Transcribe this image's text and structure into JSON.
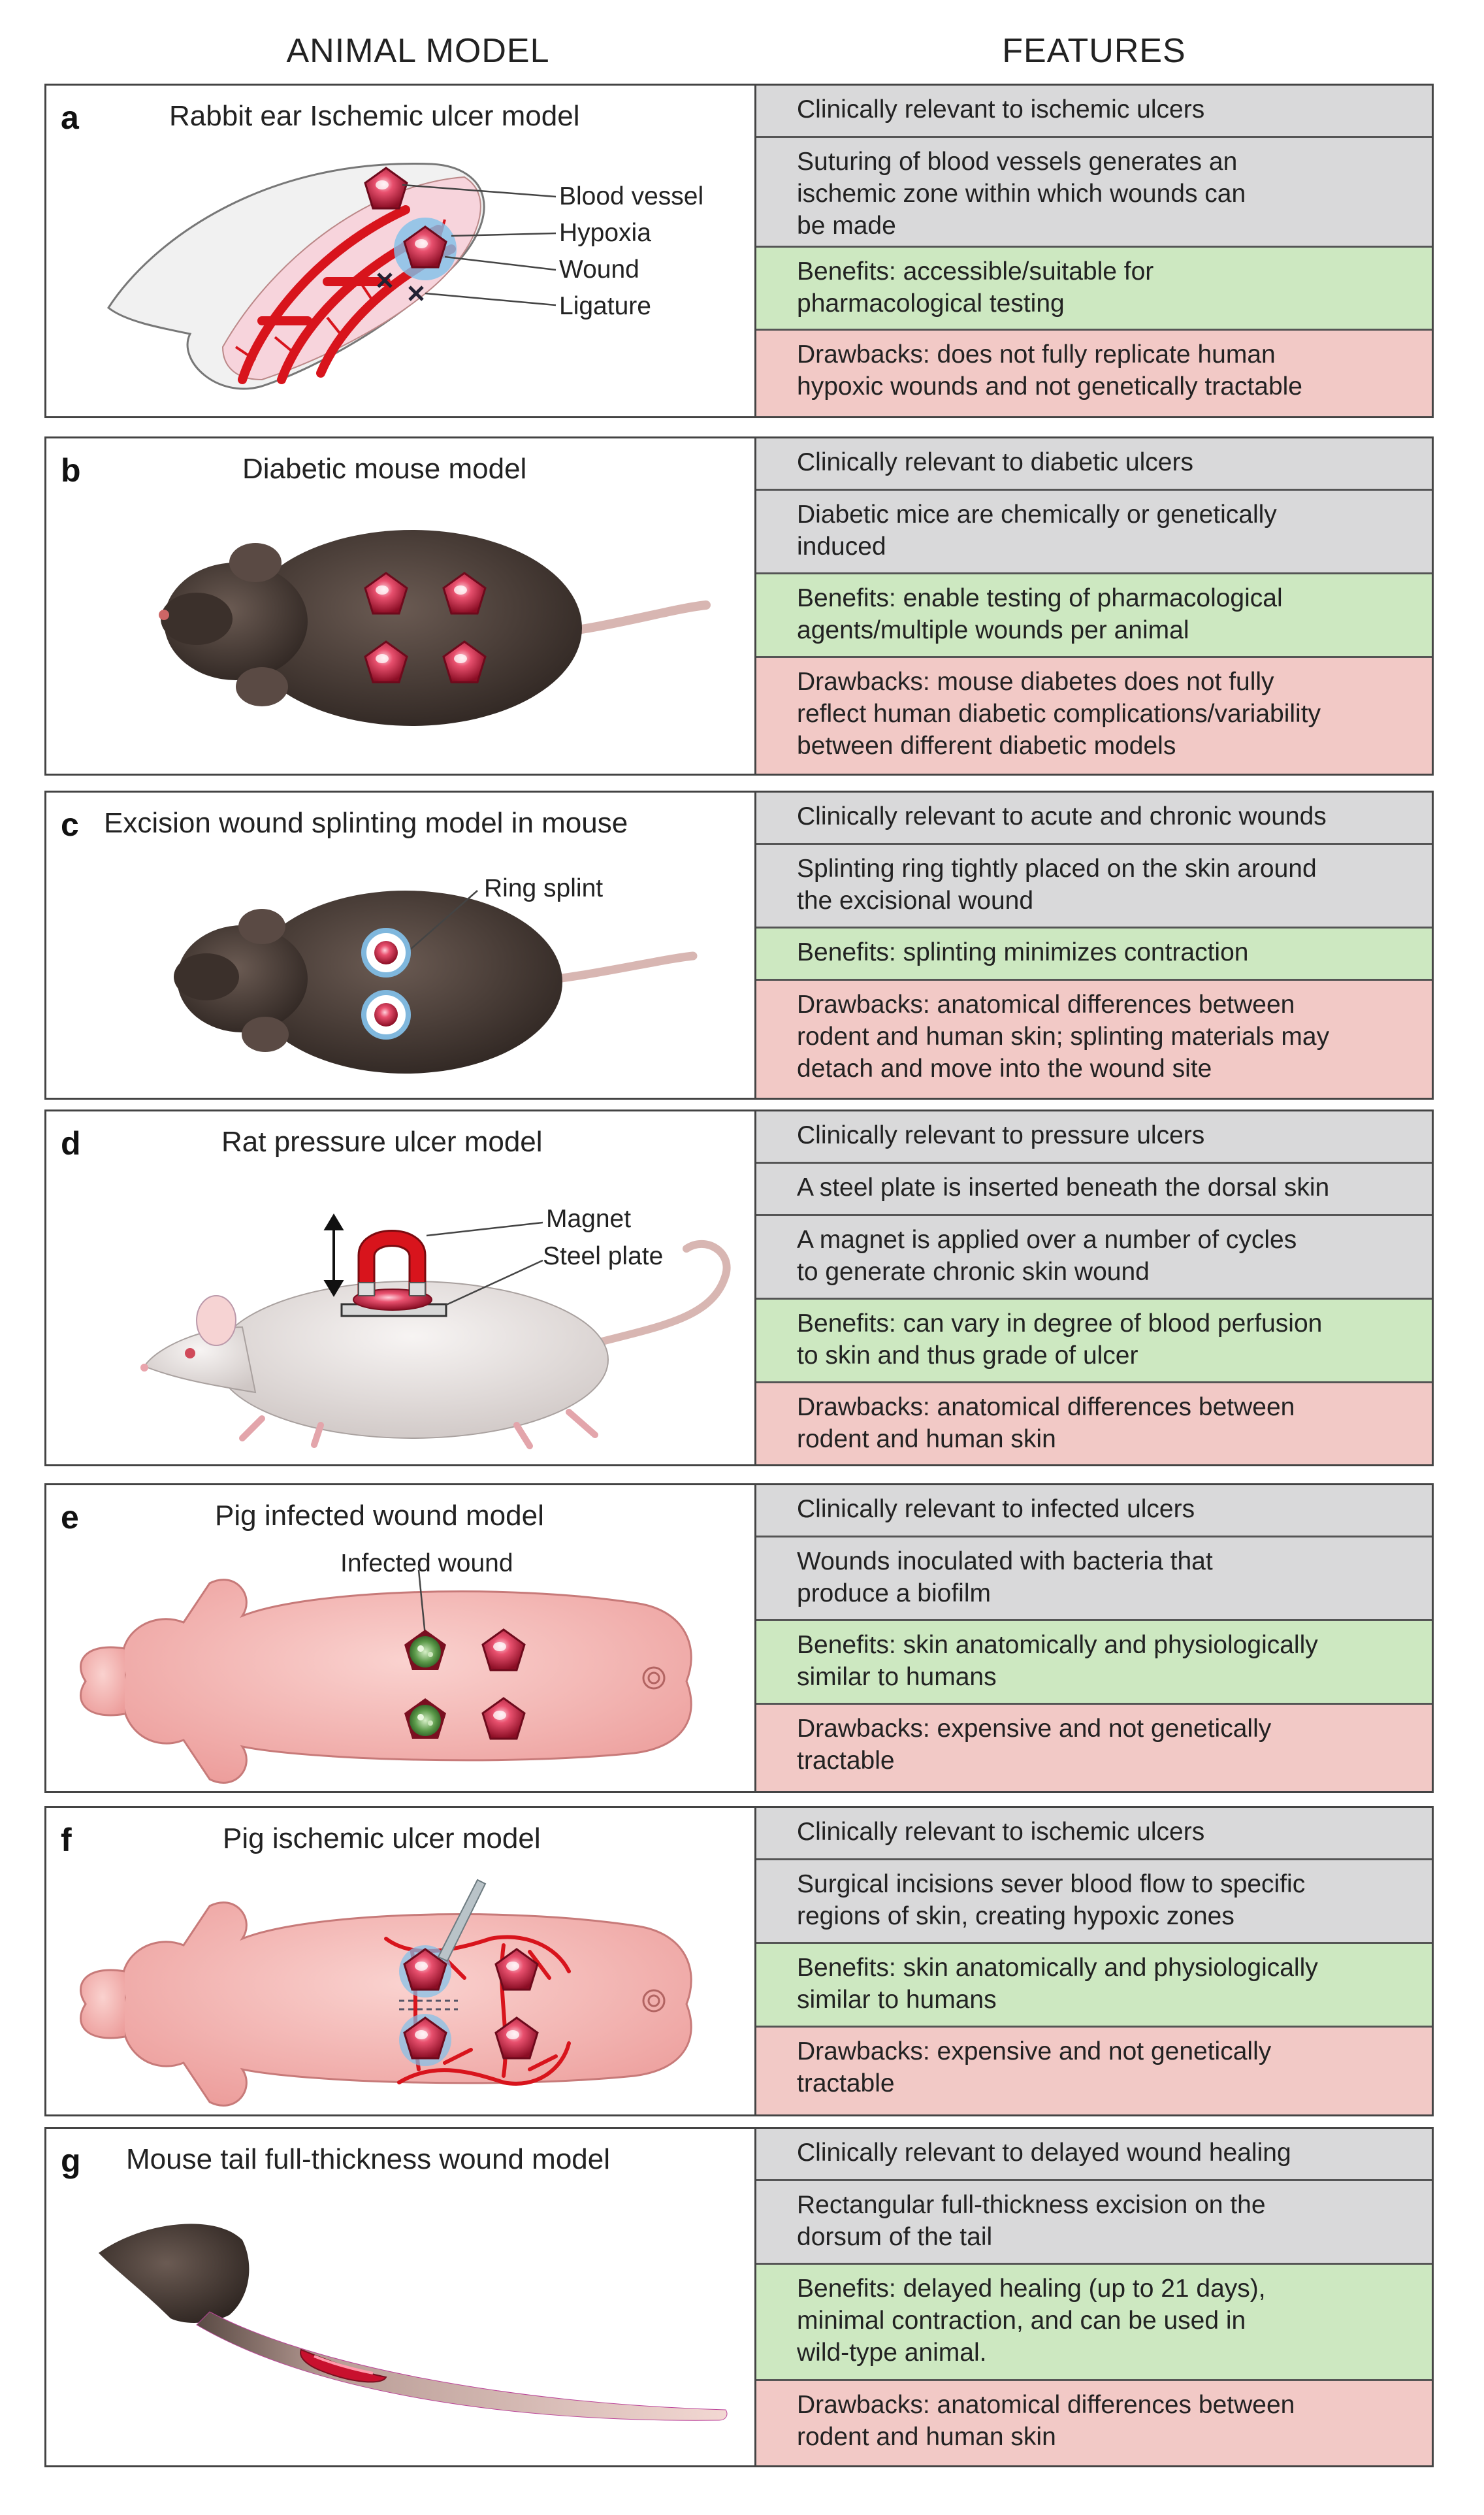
{
  "headers": {
    "model": "ANIMAL MODEL",
    "features": "FEATURES"
  },
  "colors": {
    "clinical": "#d9d9da",
    "benefits": "#cde8c1",
    "drawbacks": "#f2c9c6",
    "vessel": "#d8141c",
    "wound": "#c8102e",
    "mouse": "#4a3c36",
    "pig": "#f2aaa8",
    "hypoxia": "#5aa6dc"
  },
  "panels": [
    {
      "letter": "a",
      "title": "Rabbit ear Ischemic ulcer model",
      "labels": [
        "Blood vessel",
        "Hypoxia",
        "Wound",
        "Ligature"
      ],
      "features": {
        "clinical": "Clinically relevant to ischemic ulcers",
        "description": [
          "Suturing of blood vessels generates an",
          "ischemic zone within which wounds can",
          "be made"
        ],
        "benefits": [
          "Benefits: accessible/suitable for",
          "pharmacological testing"
        ],
        "drawbacks": [
          "Drawbacks: does not fully replicate human",
          "hypoxic wounds and not genetically tractable"
        ]
      }
    },
    {
      "letter": "b",
      "title": "Diabetic mouse model",
      "labels": [],
      "features": {
        "clinical": "Clinically relevant to diabetic ulcers",
        "description": [
          "Diabetic mice are chemically or genetically",
          "induced"
        ],
        "benefits": [
          "Benefits: enable testing of pharmacological",
          "agents/multiple wounds per animal"
        ],
        "drawbacks": [
          "Drawbacks: mouse diabetes does not fully",
          "reflect human diabetic complications/variability",
          "between different diabetic models"
        ]
      }
    },
    {
      "letter": "c",
      "title": "Excision wound splinting model in mouse",
      "labels": [
        "Ring splint"
      ],
      "features": {
        "clinical": "Clinically relevant to acute and chronic wounds",
        "description": [
          "Splinting ring tightly placed on the skin around",
          "the excisional  wound"
        ],
        "benefits": [
          "Benefits: splinting minimizes contraction"
        ],
        "drawbacks": [
          "Drawbacks: anatomical differences between",
          "rodent and human skin; splinting materials may",
          "detach and move into the wound site"
        ]
      }
    },
    {
      "letter": "d",
      "title": "Rat pressure ulcer model",
      "labels": [
        "Magnet",
        "Steel plate"
      ],
      "features": {
        "clinical": "Clinically relevant to pressure ulcers",
        "description": [
          "A steel plate is inserted beneath the dorsal skin"
        ],
        "description2": [
          "A magnet is applied over a number of cycles",
          "to generate chronic skin wound"
        ],
        "benefits": [
          "Benefits: can vary in degree of blood perfusion",
          "to skin and thus grade of ulcer"
        ],
        "drawbacks": [
          "Drawbacks: anatomical differences between",
          "rodent and human skin"
        ]
      }
    },
    {
      "letter": "e",
      "title": "Pig infected wound model",
      "labels": [
        "Infected wound"
      ],
      "features": {
        "clinical": "Clinically relevant to infected ulcers",
        "description": [
          "Wounds inoculated with bacteria that",
          "produce a biofilm"
        ],
        "benefits": [
          "Benefits: skin anatomically and physiologically",
          "similar to humans"
        ],
        "drawbacks": [
          "Drawbacks: expensive and not genetically",
          "tractable"
        ]
      }
    },
    {
      "letter": "f",
      "title": "Pig ischemic ulcer model",
      "labels": [],
      "features": {
        "clinical": "Clinically relevant to ischemic ulcers",
        "description": [
          "Surgical incisions sever blood flow to specific",
          "regions of skin, creating hypoxic zones"
        ],
        "benefits": [
          "Benefits: skin anatomically and physiologically",
          "similar to humans"
        ],
        "drawbacks": [
          "Drawbacks: expensive and not genetically",
          "tractable"
        ]
      }
    },
    {
      "letter": "g",
      "title": "Mouse tail full-thickness wound model",
      "labels": [],
      "features": {
        "clinical": "Clinically relevant to delayed wound healing",
        "description": [
          "Rectangular full-thickness excision on the",
          "dorsum of the tail"
        ],
        "benefits": [
          "Benefits: delayed healing (up to 21 days),",
          "minimal contraction, and can be used in",
          "wild-type animal."
        ],
        "drawbacks": [
          "Drawbacks: anatomical differences between",
          "rodent and human skin"
        ]
      }
    }
  ]
}
